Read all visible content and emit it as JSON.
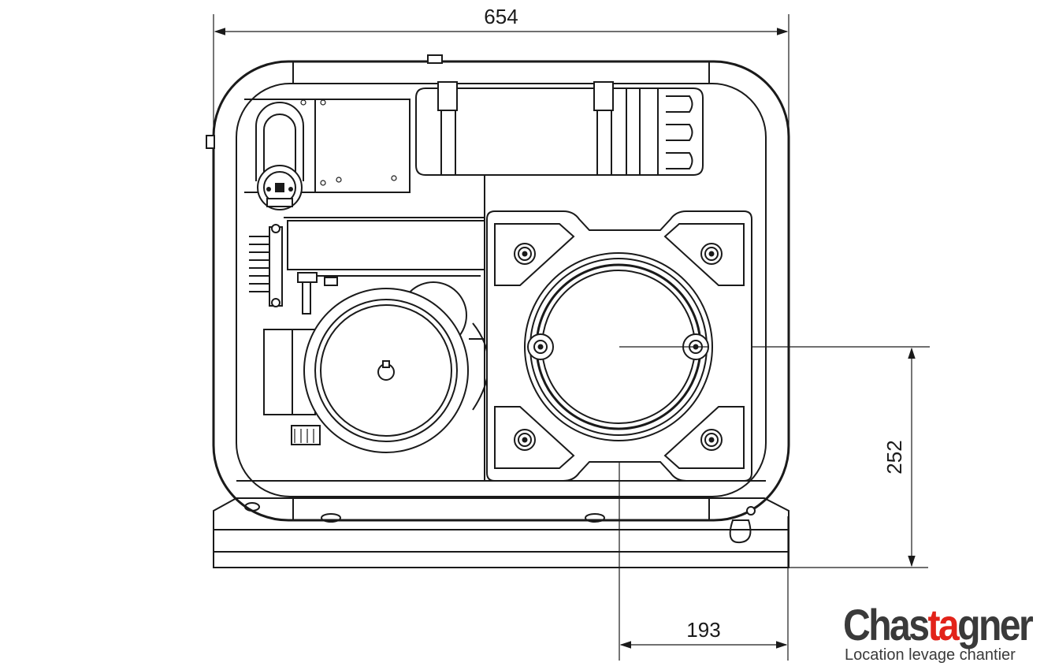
{
  "dimensions": {
    "width": "654",
    "offset_height": "252",
    "offset_width": "193"
  },
  "logo": {
    "brand_a": "Chas",
    "brand_accent": "ta",
    "brand_b": "gner",
    "tagline": "Location levage chantier",
    "accent_color": "#e2231a",
    "text_color": "#3a3a3a"
  }
}
